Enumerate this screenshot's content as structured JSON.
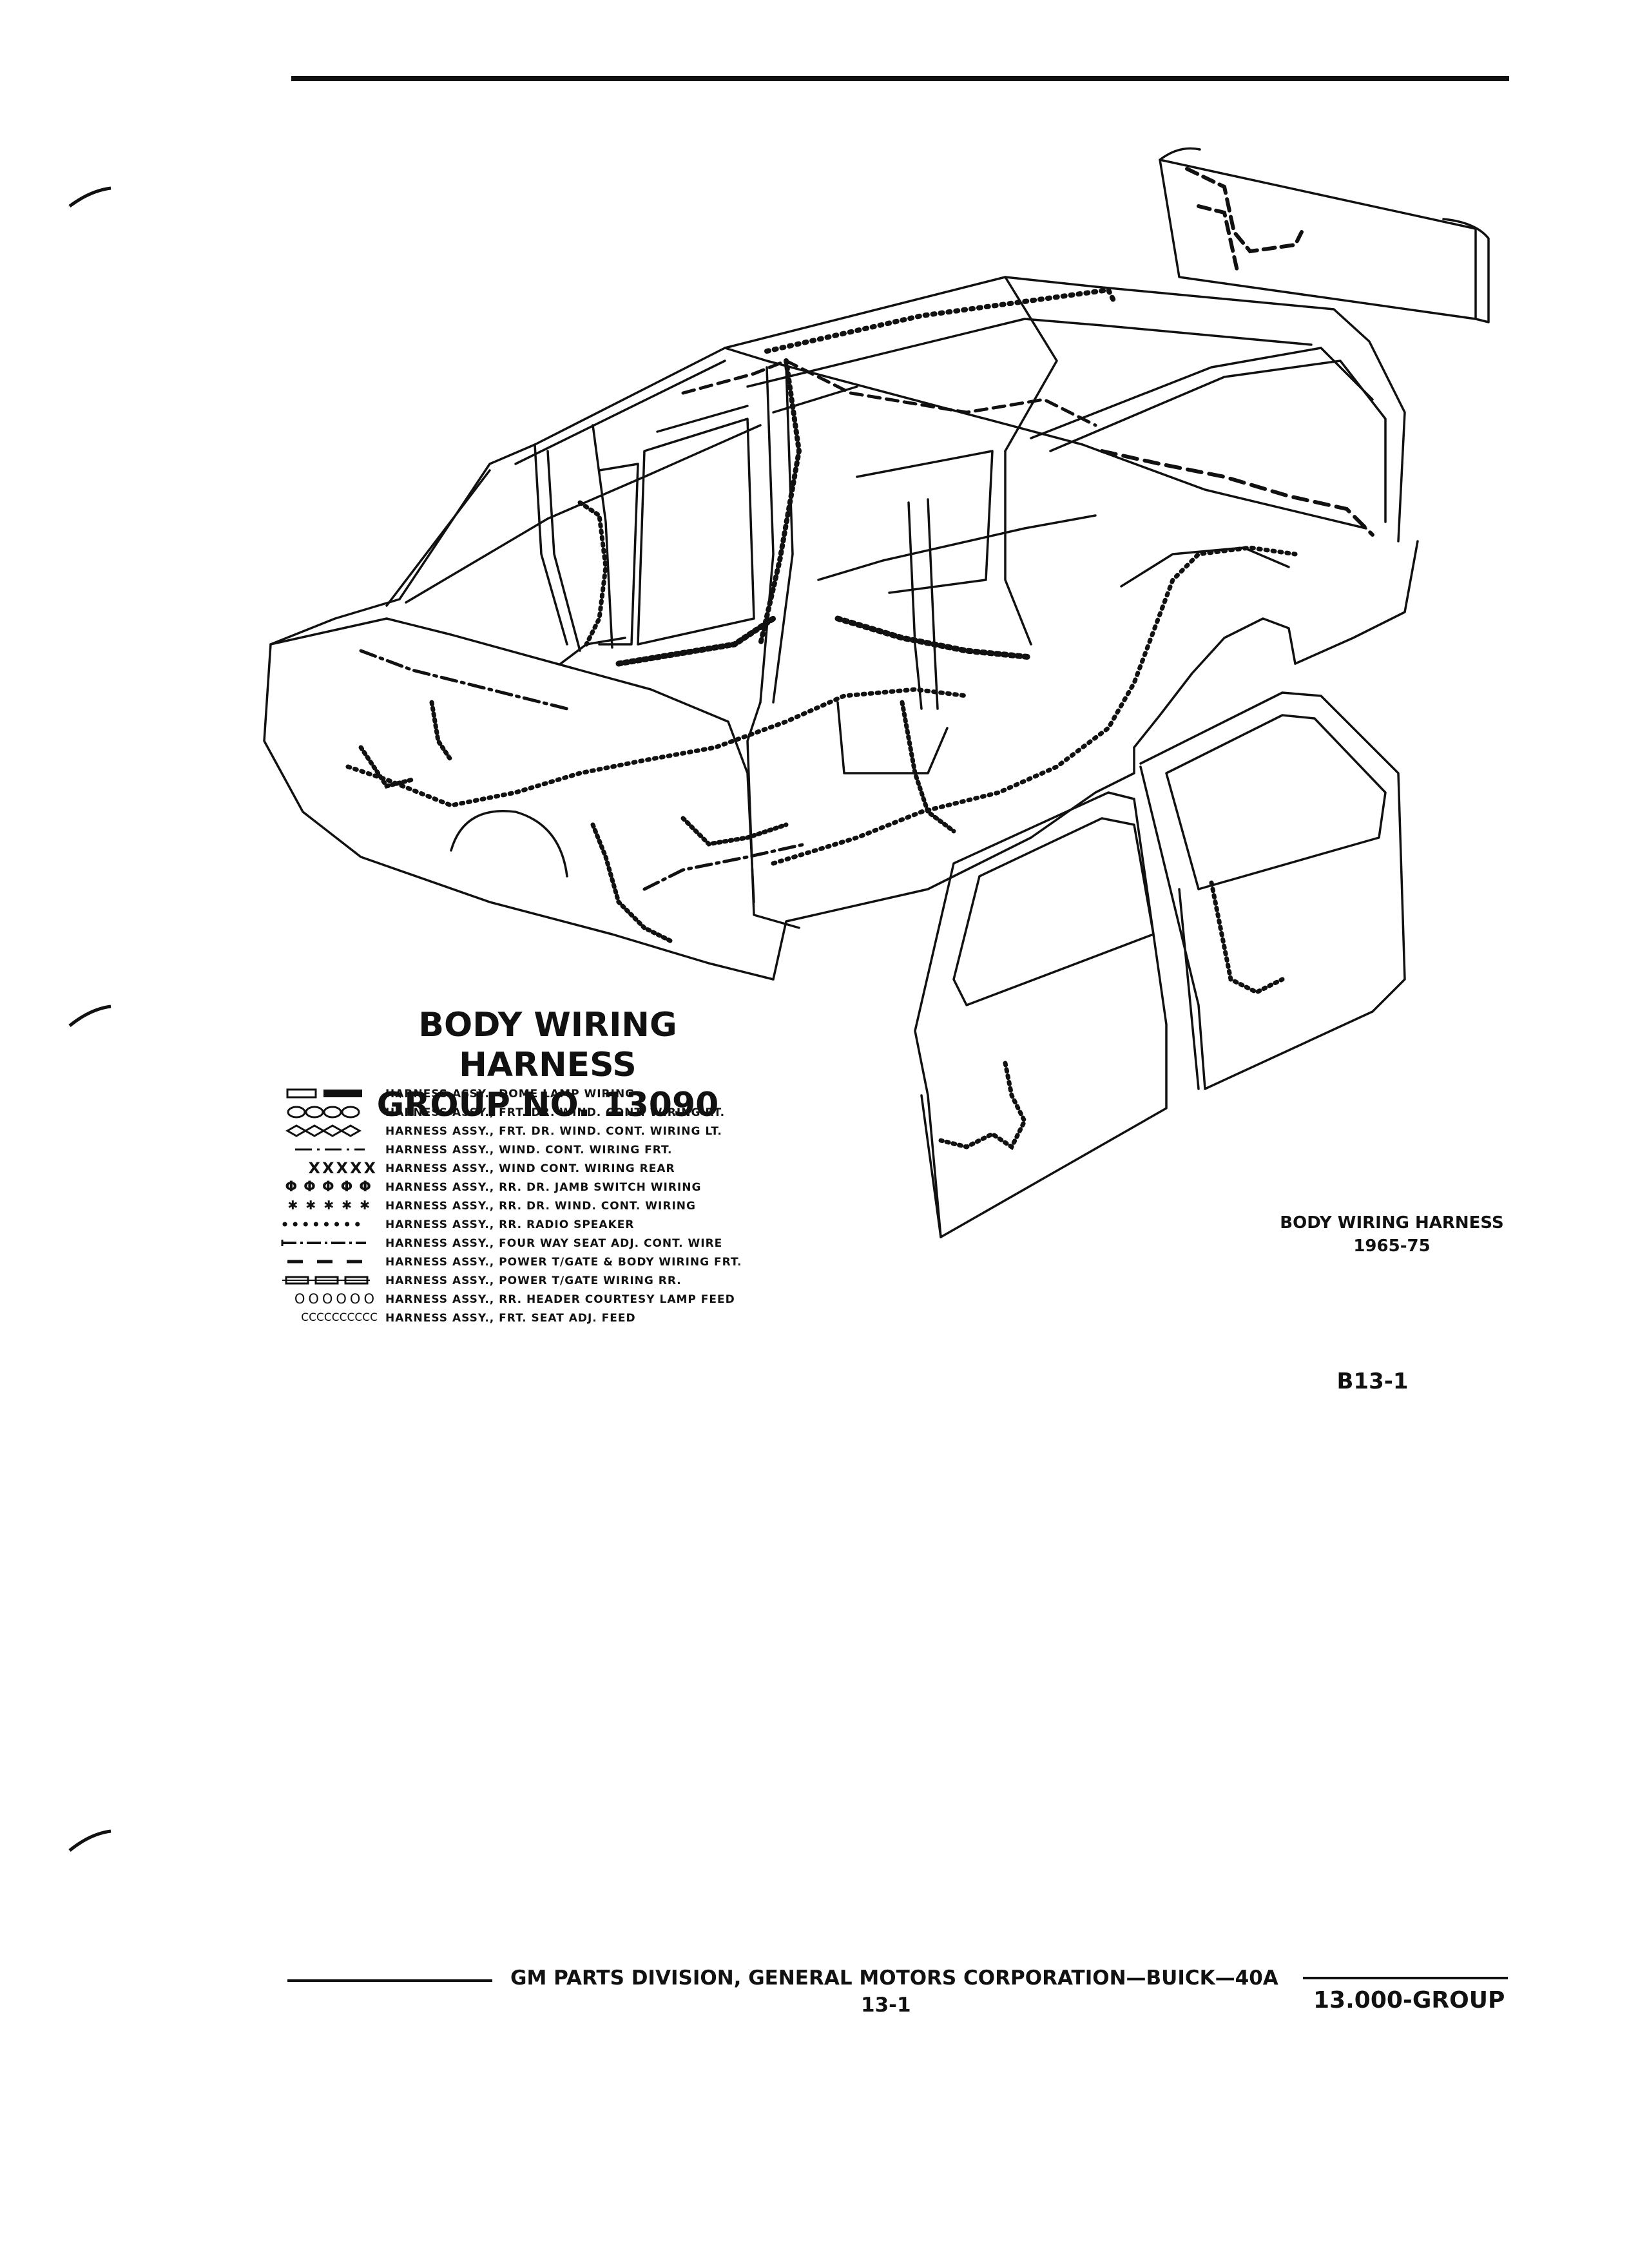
{
  "title": {
    "line1": "BODY WIRING HARNESS",
    "line2": "GROUP NO. 13090"
  },
  "legend": [
    {
      "symbol": "dome-lamp",
      "label": "HARNESS ASSY., DOME LAMP WIRING"
    },
    {
      "symbol": "double-ovals",
      "label": "HARNESS ASSY., FRT. DR. WIND. CONT. WIRING RT."
    },
    {
      "symbol": "diamonds",
      "label": "HARNESS ASSY., FRT. DR. WIND. CONT. WIRING LT."
    },
    {
      "symbol": "dash-dot",
      "label": "HARNESS ASSY., WIND. CONT. WIRING FRT."
    },
    {
      "symbol": "crosses",
      "label": "HARNESS ASSY., WIND CONT. WIRING REAR"
    },
    {
      "symbol": "phi",
      "label": "HARNESS ASSY., RR. DR. JAMB SWITCH WIRING"
    },
    {
      "symbol": "stars",
      "label": "HARNESS ASSY., RR. DR. WIND. CONT. WIRING"
    },
    {
      "symbol": "dots",
      "label": "HARNESS ASSY., RR. RADIO SPEAKER"
    },
    {
      "symbol": "long-dash-dot",
      "label": "HARNESS ASSY., FOUR WAY SEAT ADJ. CONT. WIRE"
    },
    {
      "symbol": "dashes",
      "label": "HARNESS ASSY., POWER T/GATE & BODY WIRING FRT."
    },
    {
      "symbol": "boxes",
      "label": "HARNESS ASSY., POWER T/GATE WIRING RR."
    },
    {
      "symbol": "circles",
      "label": "HARNESS ASSY., RR. HEADER COURTESY LAMP FEED"
    },
    {
      "symbol": "cs",
      "label": "HARNESS ASSY., FRT. SEAT ADJ. FEED"
    }
  ],
  "legend_glyphs": {
    "crosses": "XXXXX",
    "phi": "ΦΦΦΦΦ",
    "stars": "✱✱✱✱✱",
    "circles": "OOOOOO",
    "cs": "CCCCCCCCCC"
  },
  "caption": {
    "line1": "BODY WIRING HARNESS",
    "line2": "1965-75"
  },
  "figure_code": "B13-1",
  "footer": {
    "publisher": "GM PARTS DIVISION, GENERAL MOTORS CORPORATION—BUICK—40A",
    "page_number": "13-1",
    "group": "13.000-GROUP"
  },
  "colors": {
    "ink": "#111111",
    "paper": "#ffffff"
  }
}
